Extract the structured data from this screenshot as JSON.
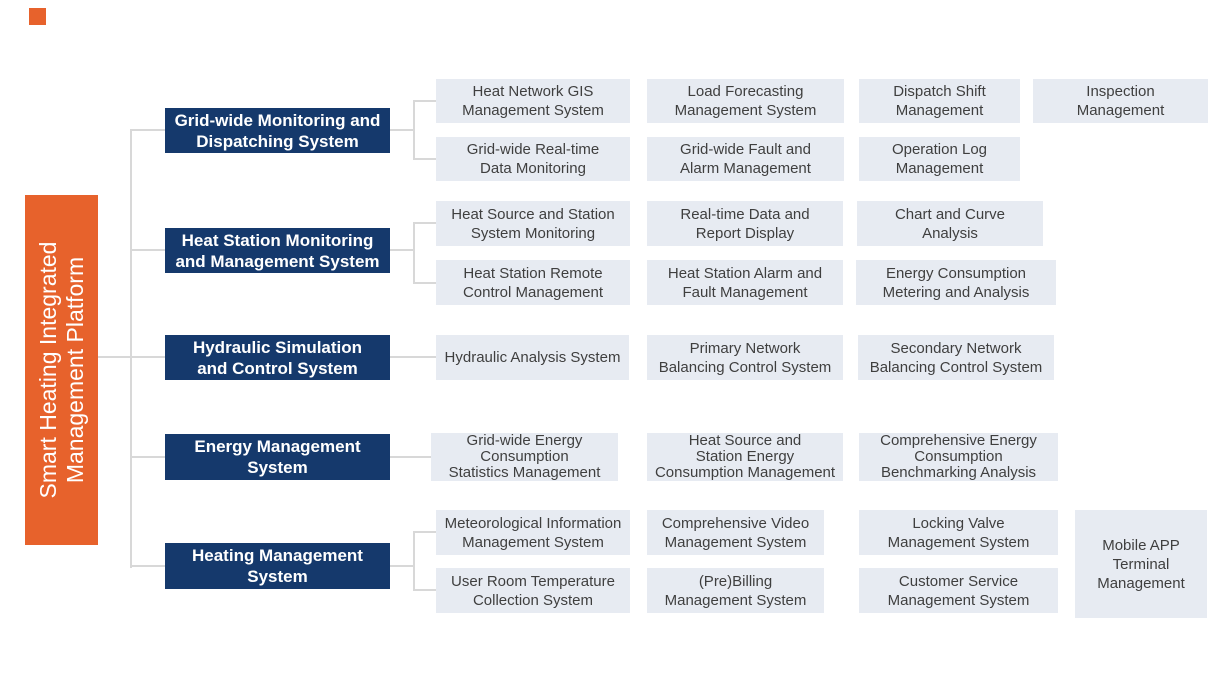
{
  "platform": {
    "title": "Smart Heating Integrated\nManagement Platform"
  },
  "colors": {
    "accent_orange": "#E7622C",
    "branch_navy": "#15396C",
    "module_bg": "#E7EBF2",
    "module_text": "#3F3F3F",
    "connector_line": "#D8D8D8"
  },
  "branches": [
    {
      "label": "Grid-wide Monitoring and\nDispatching System",
      "modules": [
        {
          "label": "Heat Network GIS\nManagement System"
        },
        {
          "label": "Load Forecasting\nManagement System"
        },
        {
          "label": "Dispatch Shift\nManagement"
        },
        {
          "label": "Inspection\nManagement"
        },
        {
          "label": "Grid-wide Real-time\nData Monitoring"
        },
        {
          "label": "Grid-wide Fault and\nAlarm Management"
        },
        {
          "label": "Operation Log\nManagement"
        }
      ]
    },
    {
      "label": "Heat Station Monitoring\nand Management System",
      "modules": [
        {
          "label": "Heat Source and Station\nSystem Monitoring"
        },
        {
          "label": "Real-time Data and\nReport Display"
        },
        {
          "label": "Chart and Curve\nAnalysis"
        },
        {
          "label": "Heat Station Remote\nControl Management"
        },
        {
          "label": "Heat Station Alarm and\nFault Management"
        },
        {
          "label": "Energy Consumption\nMetering and Analysis"
        }
      ]
    },
    {
      "label": "Hydraulic Simulation\nand Control System",
      "modules": [
        {
          "label": "Hydraulic Analysis System"
        },
        {
          "label": "Primary Network\nBalancing Control System"
        },
        {
          "label": "Secondary Network\nBalancing Control System"
        }
      ]
    },
    {
      "label": "Energy Management\nSystem",
      "modules": [
        {
          "label": "Grid-wide Energy\nConsumption\nStatistics Management"
        },
        {
          "label": "Heat Source and\nStation Energy\nConsumption Management"
        },
        {
          "label": "Comprehensive Energy\nConsumption\nBenchmarking Analysis"
        }
      ]
    },
    {
      "label": "Heating Management\nSystem",
      "modules": [
        {
          "label": "Meteorological Information\nManagement System"
        },
        {
          "label": "Comprehensive Video\nManagement System"
        },
        {
          "label": "Locking Valve\nManagement System"
        },
        {
          "label": "Mobile APP\nTerminal\nManagement"
        },
        {
          "label": "User Room Temperature\nCollection System"
        },
        {
          "label": "(Pre)Billing\nManagement System"
        },
        {
          "label": "Customer Service\nManagement System"
        }
      ]
    }
  ]
}
